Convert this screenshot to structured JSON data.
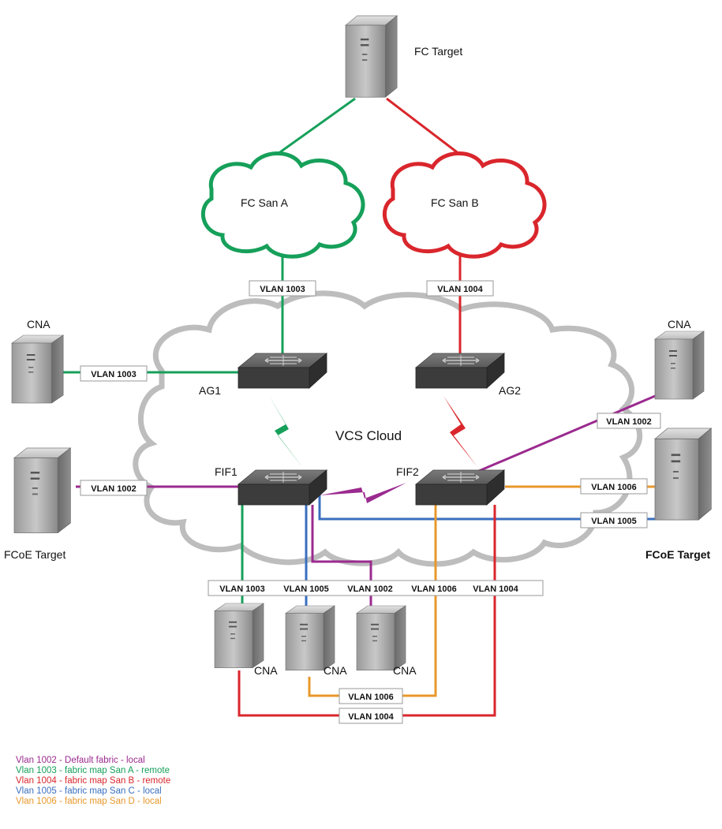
{
  "nodes": {
    "fc_target": "FC Target",
    "fc_san_a": "FC San A",
    "fc_san_b": "FC San B",
    "vcs_cloud": "VCS Cloud",
    "ag1": "AG1",
    "ag2": "AG2",
    "fif1": "FIF1",
    "fif2": "FIF2",
    "cna_left": "CNA",
    "cna_right": "CNA",
    "fcoe_target_left": "FCoE Target",
    "fcoe_target_right": "FCoE Target",
    "cna_bottom_1": "CNA",
    "cna_bottom_2": "CNA",
    "cna_bottom_3": "CNA"
  },
  "vlan_labels": {
    "san_a_uplink": "VLAN 1003",
    "san_b_uplink": "VLAN 1004",
    "cna_left": "VLAN 1003",
    "fcoe_left": "VLAN 1002",
    "cna_right": "VLAN 1002",
    "fcoe_right_1006": "VLAN 1006",
    "fcoe_right_1005": "VLAN 1005",
    "bottom_1003": "VLAN 1003",
    "bottom_1005": "VLAN 1005",
    "bottom_1002": "VLAN 1002",
    "bottom_1006": "VLAN 1006",
    "bottom_1004": "VLAN 1004",
    "cna_loop_1006": "VLAN 1006",
    "cna_loop_1004": "VLAN 1004"
  },
  "legend": [
    {
      "text": "Vlan 1002 - Default fabric - local",
      "color": "#9b2a8f"
    },
    {
      "text": "Vlan 1003 - fabric map San A - remote",
      "color": "#16a05a"
    },
    {
      "text": "Vlan 1004 - fabric map San B - remote",
      "color": "#d9262c"
    },
    {
      "text": "Vlan 1005 - fabric map San C - local",
      "color": "#3a6fbf"
    },
    {
      "text": "Vlan 1006 - fabric map San D - local",
      "color": "#e8982b"
    }
  ],
  "colors": {
    "vlan_1002": "#9b2a8f",
    "vlan_1003": "#16a05a",
    "vlan_1004": "#d9262c",
    "vlan_1005": "#3a6fbf",
    "vlan_1006": "#e8982b",
    "vcs_cloud_outline": "#b5b5b5"
  },
  "icons": {
    "server": "server-tower-icon",
    "switch": "network-switch-icon",
    "cloud": "cloud-icon",
    "link": "lightning-link-icon"
  }
}
